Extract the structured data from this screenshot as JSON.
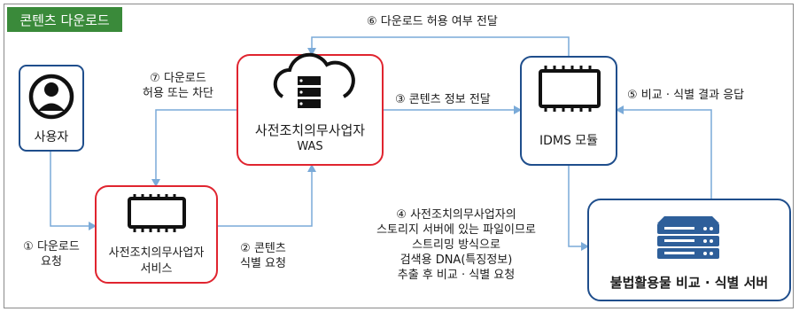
{
  "title": "콘텐츠 다운로드",
  "nodes": {
    "user": {
      "label": "사용자"
    },
    "service": {
      "label_line1": "사전조치의무사업자",
      "label_line2": "서비스"
    },
    "was": {
      "label_line1": "사전조치의무사업자",
      "label_line2": "WAS"
    },
    "idms": {
      "label": "IDMS 모듈"
    },
    "server": {
      "label": "불법활용물 비교 · 식별 서버"
    }
  },
  "steps": {
    "s1": {
      "line1": "① 다운로드",
      "line2": "요청"
    },
    "s2": {
      "line1": "② 콘텐츠",
      "line2": "식별 요청"
    },
    "s3": {
      "line1": "③ 콘텐츠 정보 전달"
    },
    "s4": {
      "line1": "④ 사전조치의무사업자의",
      "line2": "스토리지 서버에 있는 파일이므로",
      "line3": "스트리밍 방식으로",
      "line4": "검색용 DNA(특징정보)",
      "line5": "추출 후 비교 · 식별 요청"
    },
    "s5": {
      "line1": "⑤ 비교 · 식별 결과 응답"
    },
    "s6": {
      "line1": "⑥ 다운로드 허용 여부 전달"
    },
    "s7": {
      "line1": "⑦ 다운로드",
      "line2": "허용 또는 차단"
    }
  },
  "colors": {
    "title_bg": "#3a8a3a",
    "arrow": "#7aaad8",
    "red_border": "#e0242f",
    "blue_border": "#1f4e8c",
    "server_fill": "#2e5f9a"
  },
  "icons": [
    "user-icon",
    "chip-icon",
    "cloud-server-icon",
    "server-rack-icon"
  ]
}
